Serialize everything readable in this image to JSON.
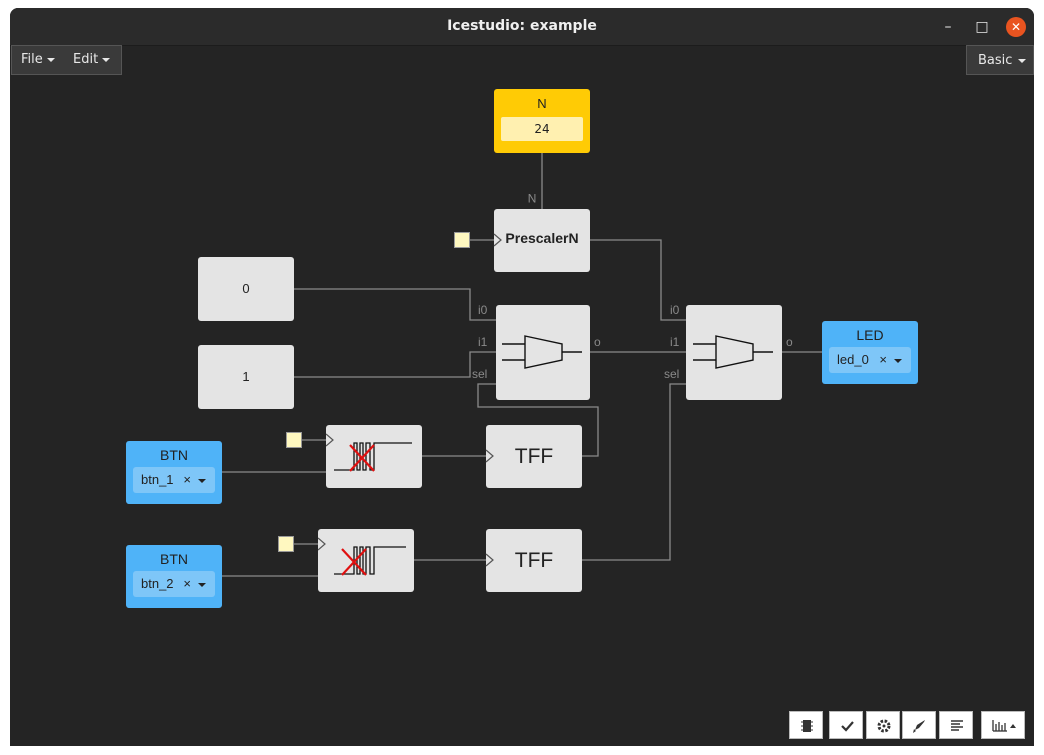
{
  "window": {
    "title": "Icestudio: example",
    "controls": [
      "–",
      "□",
      "✕"
    ]
  },
  "menu": {
    "file": "File",
    "edit": "Edit",
    "board": "Basic"
  },
  "blocks": {
    "n_const": {
      "name": "N",
      "value": "24"
    },
    "prescaler": {
      "label": "PrescalerN",
      "param_pin": "N"
    },
    "const0": {
      "value": "0"
    },
    "const1": {
      "value": "1"
    },
    "mux1": {
      "pins": {
        "i0": "i0",
        "i1": "i1",
        "sel": "sel",
        "o": "o"
      }
    },
    "mux2": {
      "pins": {
        "i0": "i0",
        "i1": "i1",
        "sel": "sel",
        "o": "o"
      }
    },
    "led": {
      "name": "LED",
      "pin": "led_0",
      "clear": "×"
    },
    "btn1": {
      "name": "BTN",
      "pin": "btn_1",
      "clear": "×"
    },
    "btn2": {
      "name": "BTN",
      "pin": "btn_2",
      "clear": "×"
    },
    "tff1": {
      "label": "TFF"
    },
    "tff2": {
      "label": "TFF"
    }
  },
  "toolbar": {
    "icons": [
      "chip-icon",
      "check-icon",
      "gear-icon",
      "rocket-icon",
      "align-left-icon",
      "bar-chart-icon"
    ]
  },
  "colors": {
    "background": "#242424",
    "block": "#e4e4e4",
    "io": "#4fb3f8",
    "constant": "#ffcb05",
    "wire": "#8a8a8a"
  }
}
